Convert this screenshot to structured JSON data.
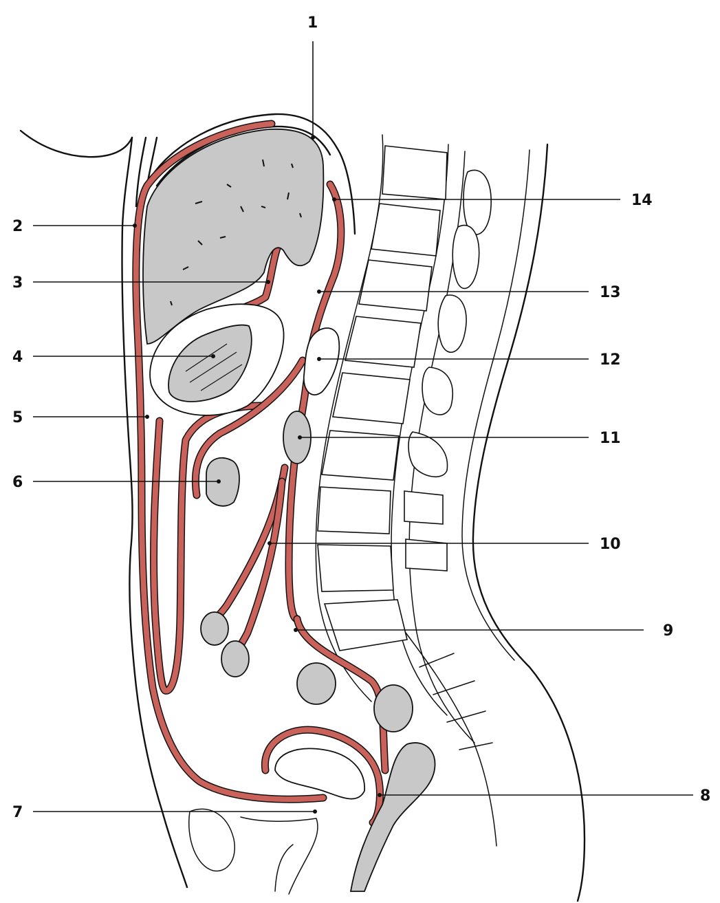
{
  "labels": [
    {
      "id": "1",
      "text": "1"
    },
    {
      "id": "2",
      "text": "2"
    },
    {
      "id": "3",
      "text": "3"
    },
    {
      "id": "4",
      "text": "4"
    },
    {
      "id": "5",
      "text": "5"
    },
    {
      "id": "6",
      "text": "6"
    },
    {
      "id": "7",
      "text": "7"
    },
    {
      "id": "8",
      "text": "8"
    },
    {
      "id": "9",
      "text": "9"
    },
    {
      "id": "10",
      "text": "10"
    },
    {
      "id": "11",
      "text": "11"
    },
    {
      "id": "12",
      "text": "12"
    },
    {
      "id": "13",
      "text": "13"
    },
    {
      "id": "14",
      "text": "14"
    }
  ],
  "colors": {
    "peritoneum": "#c9625a",
    "peritoneum_inner": "#f2cfc9",
    "organ_fill": "#c8c8c8",
    "outline": "#111111",
    "background": "#ffffff"
  }
}
